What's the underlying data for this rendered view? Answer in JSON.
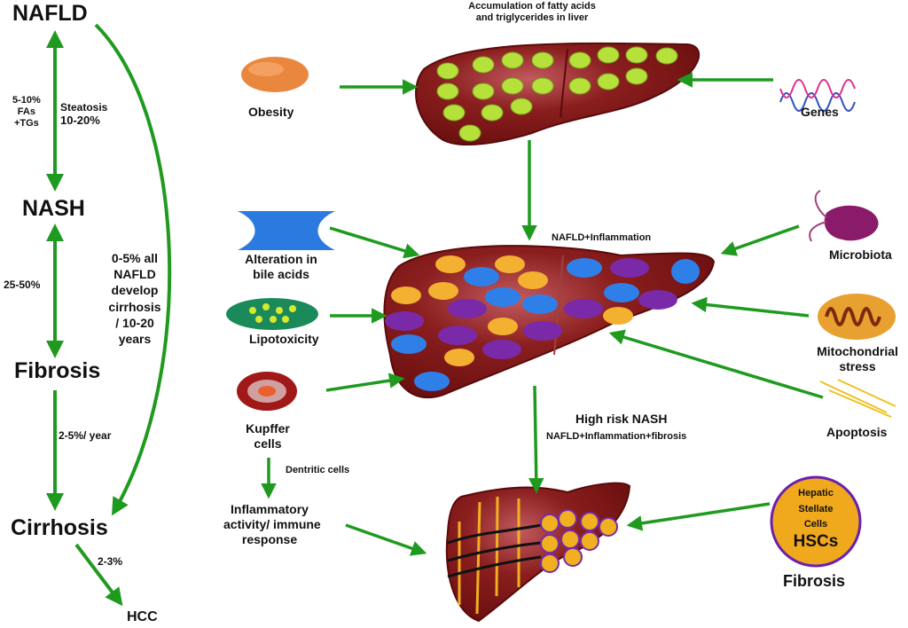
{
  "colors": {
    "arrow": "#1f9a1f",
    "liver": "#7a1414",
    "liver_highlight": "#b0454a",
    "fat_droplet": "#b6e03a",
    "orange_cell": "#f4b030",
    "blue_cell": "#2f7fe8",
    "purple_cell": "#7a2aa8",
    "hsc_fill": "#f0a81c",
    "hsc_border": "#6a1fb0"
  },
  "progression": {
    "stages": [
      "NAFLD",
      "NASH",
      "Fibrosis",
      "Cirrhosis",
      "HCC"
    ],
    "nafld_nash_left": [
      "5-10%",
      "FAs",
      "+TGs"
    ],
    "nafld_nash_right": [
      "Steatosis",
      "10-20%"
    ],
    "nash_fibrosis": "25-50%",
    "fibrosis_cirrhosis": "2-5%/ year",
    "cirrhosis_hcc": "2-3%",
    "nafld_cirrhosis": [
      "0-5% all",
      "NAFLD",
      "develop",
      "cirrhosis",
      "/ 10-20",
      "years"
    ]
  },
  "top": {
    "caption": [
      "Accumulation of fatty acids",
      "and triglycerides in liver"
    ],
    "left_factor": "Obesity",
    "right_factor": "Genes"
  },
  "middle": {
    "caption": "NAFLD+Inflammation",
    "left_factors": [
      [
        "Alteration in",
        "bile acids"
      ],
      [
        "Lipotoxicity"
      ],
      [
        "Kupffer",
        "cells"
      ]
    ],
    "right_factors": [
      [
        "Microbiota"
      ],
      [
        "Mitochondrial",
        "stress"
      ],
      [
        "Apoptosis"
      ]
    ]
  },
  "bottom": {
    "caption_title": "High risk NASH",
    "caption_sub": "NAFLD+Inflammation+fibrosis",
    "dendritic": "Dentritic cells",
    "immune": [
      "Inflammatory",
      "activity/ immune",
      "response"
    ],
    "hsc_lines": [
      "Hepatic",
      "Stellate",
      "Cells"
    ],
    "hsc_abbr": "HSCs",
    "hsc_label": "Fibrosis"
  }
}
